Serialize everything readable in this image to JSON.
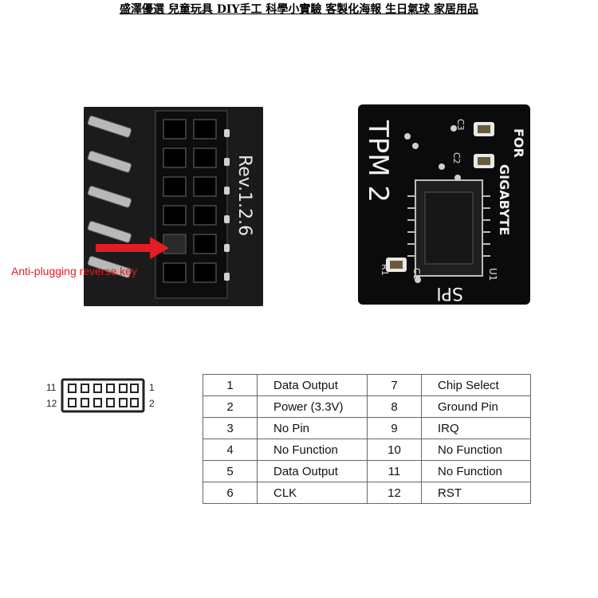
{
  "banner": "盛澤優選 兒童玩具 DIY手工 科學小實驗 客製化海報 生日氣球 家居用品",
  "connector_photo": {
    "revision_label": "Rev.1.2.6",
    "annotation": "Anti-plugging reverse key",
    "annotation_color": "#e11d25"
  },
  "module_photo": {
    "title": "TPM 2",
    "vendor_line1": "FOR",
    "vendor_line2": "GIGABYTE",
    "interface": "SPI",
    "ref_u1": "U1",
    "ref_c1": "C1",
    "ref_c2": "C2",
    "ref_c3": "C3",
    "ref_r1": "R1"
  },
  "header_labels": {
    "top_left": "11",
    "bottom_left": "12",
    "top_right": "1",
    "bottom_right": "2"
  },
  "pin_table": [
    {
      "pin_a": "1",
      "func_a": "Data Output",
      "pin_b": "7",
      "func_b": "Chip Select"
    },
    {
      "pin_a": "2",
      "func_a": "Power (3.3V)",
      "pin_b": "8",
      "func_b": "Ground Pin"
    },
    {
      "pin_a": "3",
      "func_a": "No Pin",
      "pin_b": "9",
      "func_b": "IRQ"
    },
    {
      "pin_a": "4",
      "func_a": "No Function",
      "pin_b": "10",
      "func_b": "No Function"
    },
    {
      "pin_a": "5",
      "func_a": "Data Output",
      "pin_b": "11",
      "func_b": "No Function"
    },
    {
      "pin_a": "6",
      "func_a": "CLK",
      "pin_b": "12",
      "func_b": "RST"
    }
  ]
}
